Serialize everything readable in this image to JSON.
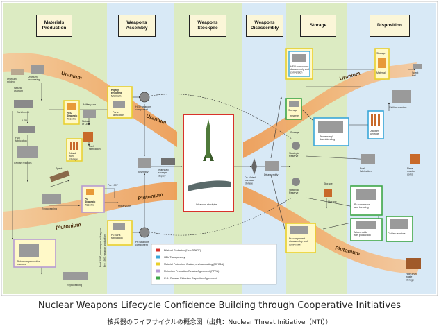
{
  "stages": [
    {
      "label": "Materials\nProduction"
    },
    {
      "label": "Weapons\nAssembly"
    },
    {
      "label": "Weapons\nStockpile"
    },
    {
      "label": "Weapons\nDisassembly"
    },
    {
      "label": "Storage"
    },
    {
      "label": "Disposition"
    }
  ],
  "flows": {
    "uranium_left": "Uranium",
    "uranium_mid": "Uranium",
    "uranium_right": "Uranium",
    "plutonium_left": "Plutonium",
    "plutonium_mid": "Plutonium",
    "plutonium_right": "Plutonium"
  },
  "nodes": {
    "uranium_mining": "Uranium\nmining",
    "uranium_processing": "Uranium\nprocessing",
    "natural_uranium": "Natural\nuranium",
    "enrichment": "Enrichment",
    "leu": "LEU",
    "fuel_fabrication_left": "Fuel\nfabrication",
    "civilian_reactors_left": "Civilian reactors",
    "spent": "Spent",
    "reprocessing_left": "Reprocessing",
    "plutonium_production_reactors": "Plutonium production\nreactors",
    "reprocessing_bottom": "Reprocessing",
    "heu_strategic_reserve": "HEU\nStrategic\nReserve",
    "military_use_top": "Military use",
    "natural_or_leu": "Natural\nor LEU",
    "fuel_fabrication_mid": "Fuel\nfabrication",
    "naval_fuel_storage": "Naval\nfuel\nstorage",
    "pu_strategic_reserve": "Pu\nStrategic\nReserve",
    "pre_1997": "Pre 1997",
    "military_use_bottom": "Military use",
    "post_1997_label": "Post 1997, non-weapon military use",
    "pre_1997_rotated": "Pre 1997, weapon production",
    "highly_enriched_uranium": "Highly\nEnriched\nUranium",
    "parts_fabrication_top": "Parts\nfabrication",
    "heu_weapons_component": "HEU weapons\ncomponent",
    "assembly": "Assembly",
    "pu_parts_fabrication": "Pu parts\nfabrication",
    "pu_weapons_component": "Pu weapons\ncomponent",
    "warhead_storage_deploy": "Warhead\nstorage/\ndeploy",
    "weapons_stockpile": "Weapons stockpile",
    "de_mated_warhead_storage": "De-Mated\nwarhead\nstorage",
    "disassembly": "Disassembly",
    "heu_component_disassembly": "HEU component\ndisassembly and\nconversion",
    "storage_top": "Storage",
    "storage_mid": "Storage",
    "strategic_reserve_top": "Strategic\nReserve",
    "strategic_reserve_bottom": "Strategic\nReserve",
    "reserve": "reserve",
    "processing_downblending": "Processing/\ndownblending",
    "pu_component_disassembly": "Pu component\ndisassembly and\nconversion",
    "storage_right": "Storage",
    "material": "Material",
    "storage_disp": "Storage",
    "spent_fuel": "Spent\nfuel",
    "civilian_reactors_right": "Civilian reactors",
    "uranium_fuel_rods": "Uranium\nfuel rods",
    "fuel_fabrication_right": "Fuel\nfabrication",
    "naval_reactor_cores": "Naval\nreactor\ncores",
    "storage_pu": "Storage",
    "pu_conversion_blending": "Pu conversion\nand blending",
    "mixed_oxide_fuel_production": "Mixed oxide\nfuel production",
    "civilian_reactors_bottom": "Civilian reactors",
    "high_level_waste_storage": "High-level\nwaste\nstorage"
  },
  "legend": [
    {
      "text": "Bilateral Reduction (New START)",
      "color": "#d8322a"
    },
    {
      "text": "HEU Transparency",
      "color": "#3aa7d8"
    },
    {
      "text": "Material Protection, Control, and Accounting (MPC&A)",
      "color": "#e9cf2a"
    },
    {
      "text": "Plutonium Production Reactor Agreement (PPRA)",
      "color": "#b69ad2"
    },
    {
      "text": "U.S.- Russian Plutonium Disposition Agreement",
      "color": "#3da648"
    }
  ],
  "colors": {
    "zone_green": "#dcebc2",
    "zone_blue": "#d8e9f6",
    "flow_orange": "#f1a25a",
    "frame_red": "#d8322a",
    "frame_blue": "#3aa7d8",
    "frame_yellow": "#e9cf2a",
    "frame_purple": "#b69ad2",
    "frame_green": "#3da648"
  },
  "title": "Nuclear Weapons Lifecycle Confidence Building through Cooperative Initiatives",
  "caption": "核兵器のライフサイクルの概念図（出典：Nuclear Threat Initiative（NTI））"
}
